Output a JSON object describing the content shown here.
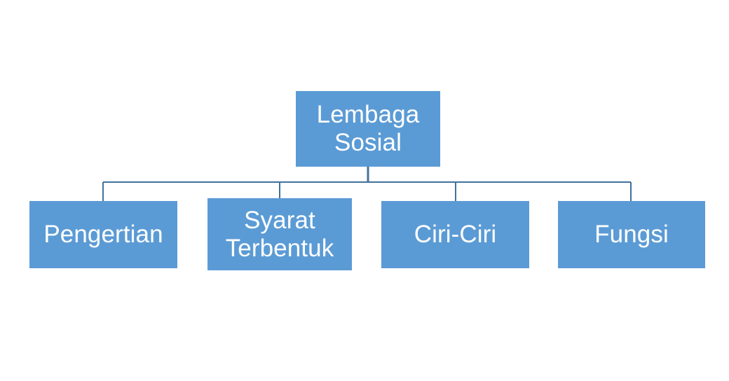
{
  "diagram": {
    "type": "organization-chart",
    "title": "Lembaga Sosial",
    "background_color": "#ffffff",
    "node_fill_color": "#5b9bd5",
    "node_text_color": "#ffffff",
    "connector_color": "#41719c",
    "root": {
      "label": "Lembaga\nSosial",
      "line1": "Lembaga",
      "line2": "Sosial"
    },
    "children": [
      {
        "label": "Pengertian"
      },
      {
        "label": "Syarat\nTerbentuk"
      },
      {
        "label": "Ciri-Ciri"
      },
      {
        "label": "Fungsi"
      }
    ]
  }
}
